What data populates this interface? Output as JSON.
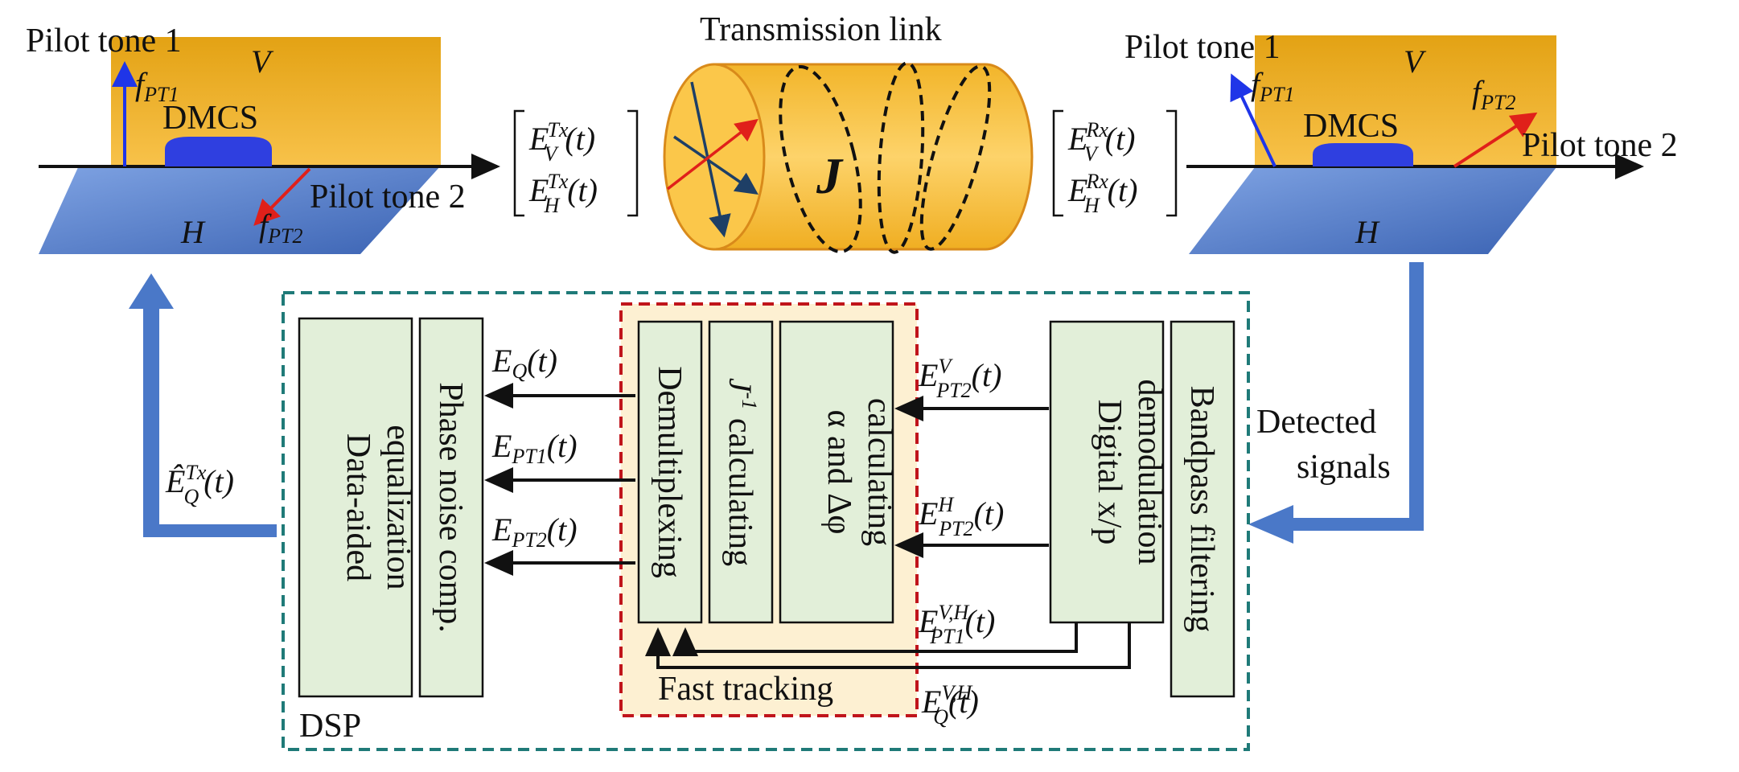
{
  "colors": {
    "orange_plane": "#f5b51d",
    "blue_plane": "#4a78c8",
    "dmcs": "#2f3fe0",
    "box_fill": "#e2efd9",
    "dsp_border": "#1f7a78",
    "fast_border": "#c0141b",
    "fast_fill": "#fdf0d2",
    "flow_arrow": "#4a78c8",
    "pilot1_arrow": "#1f35e8",
    "pilot2_arrow": "#e0201a"
  },
  "tx": {
    "pilot_tone_1": "Pilot tone 1",
    "pilot_tone_2": "Pilot tone 2",
    "dmcs": "DMCS",
    "v_label": "V",
    "h_label": "H",
    "f_pt1": "f",
    "f_pt1_sub": "PT1",
    "f_pt2": "f",
    "f_pt2_sub": "PT2"
  },
  "rx": {
    "pilot_tone_1": "Pilot tone 1",
    "pilot_tone_2": "Pilot tone 2",
    "dmcs": "DMCS",
    "v_label": "V",
    "h_label": "H",
    "f_pt1": "f",
    "f_pt1_sub": "PT1",
    "f_pt2": "f",
    "f_pt2_sub": "PT2"
  },
  "link": {
    "title": "Transmission link",
    "jones": "J"
  },
  "vectors": {
    "tx_v": "E",
    "tx_v_sub": "V",
    "tx_v_sup": "Tx",
    "tx_h": "E",
    "tx_h_sub": "H",
    "tx_h_sup": "Tx",
    "rx_v": "E",
    "rx_v_sub": "V",
    "rx_v_sup": "Rx",
    "rx_h": "E",
    "rx_h_sub": "H",
    "rx_h_sup": "Rx",
    "time": "(t)"
  },
  "dsp": {
    "label": "DSP",
    "detected_signals_1": "Detected",
    "detected_signals_2": "signals",
    "fast_tracking": "Fast tracking",
    "boxes": {
      "data_aided_1": "Data-aided",
      "data_aided_2": "equalization",
      "phase_noise": "Phase noise comp.",
      "demux": "Demultiplexing",
      "jinv_j": "J",
      "jinv_sup": "-1",
      "jinv_text": " calculating",
      "alpha_1": "α and Δφ",
      "alpha_2": "calculating",
      "digital_1": "Digital x/p",
      "digital_2": "demodulation",
      "bandpass": "Bandpass filtering"
    },
    "signals": {
      "eq_t": "E",
      "eq_sub": "Q",
      "ept1": "E",
      "ept1_sub": "PT1",
      "ept2": "E",
      "ept2_sub": "PT2",
      "in_v_pt2": "E",
      "in_v_pt2_sub": "PT2",
      "in_v_pt2_sup": "V",
      "in_h_pt2": "E",
      "in_h_pt2_sub": "PT2",
      "in_h_pt2_sup": "H",
      "in_vh_pt1": "E",
      "in_vh_pt1_sub": "PT1",
      "in_vh_pt1_sup": "V,H",
      "in_vh_q": "E",
      "in_vh_q_sub": "Q",
      "in_vh_q_sup": "V,H",
      "out_hat": "Ê",
      "out_hat_sub": "Q",
      "out_hat_sup": "Tx",
      "time": "(t)"
    }
  }
}
